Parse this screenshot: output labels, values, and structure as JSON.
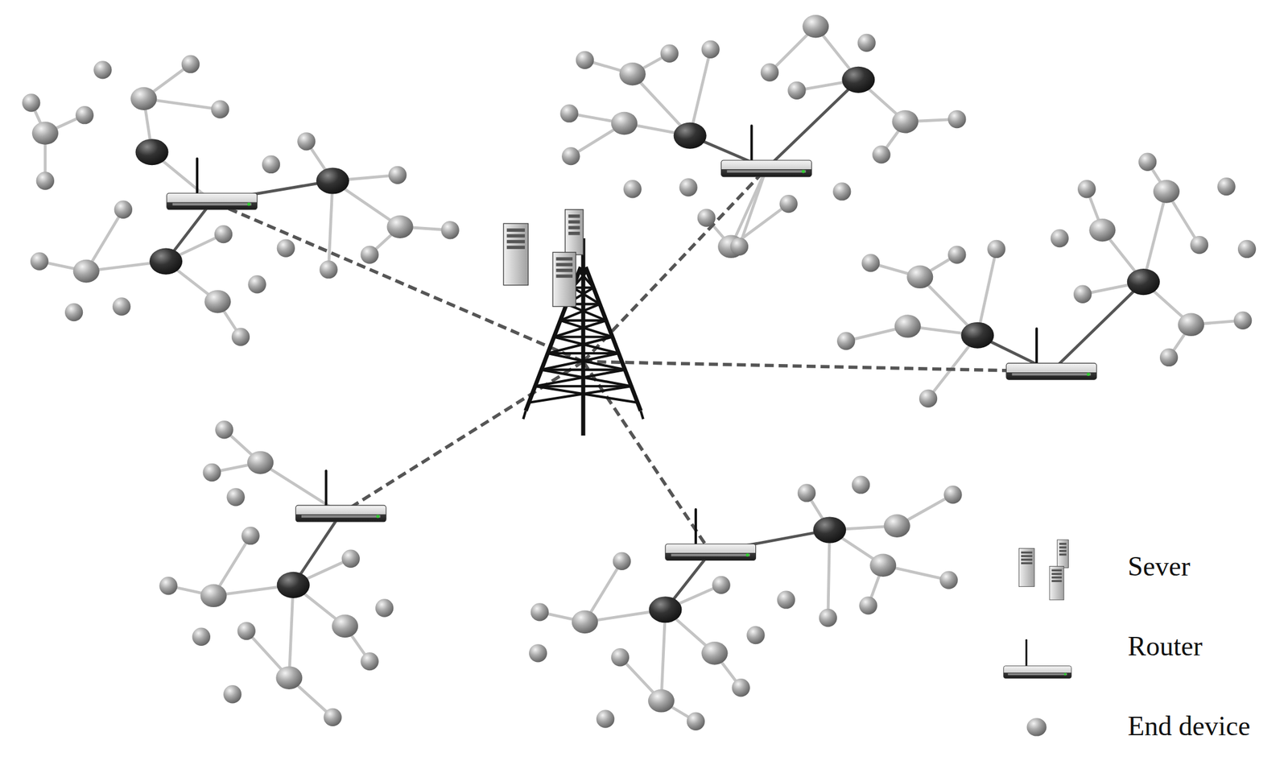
{
  "diagram": {
    "legend": [
      {
        "text": "Sever"
      },
      {
        "text": "Router"
      },
      {
        "text": "End device"
      }
    ]
  }
}
